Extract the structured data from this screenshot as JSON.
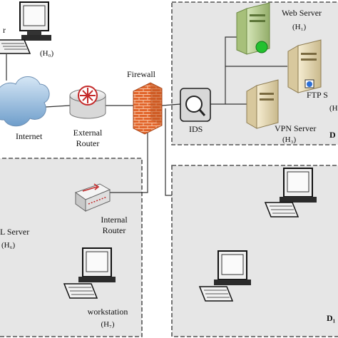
{
  "nodes": {
    "attacker": {
      "label_partial": "r",
      "host_id": "(H₀)"
    },
    "internet": {
      "label": "Internet"
    },
    "external_router": {
      "line1": "External",
      "line2": "Router"
    },
    "firewall": {
      "label": "Firewall"
    },
    "ids": {
      "label": "IDS"
    },
    "web_server": {
      "label": "Web Server",
      "host_id": "(H₁)"
    },
    "ftp_server": {
      "label_partial": "FTP S",
      "host_id_partial": "(H"
    },
    "vpn_server": {
      "label": "VPN Server",
      "host_id": "(H₃)"
    },
    "internal_router": {
      "line1": "Internal",
      "line2": "Router"
    },
    "mail_server": {
      "label_partial": "L Server",
      "host_id": "(H₆)"
    },
    "workstation": {
      "label": "workstation",
      "host_id": "(H₇)"
    }
  },
  "zones": {
    "dmz": {
      "label_partial": "D"
    },
    "d1": {
      "label": "D₁"
    }
  },
  "colors": {
    "zone_fill": "#e6e6e6",
    "zone_border": "#555555",
    "link": "#333333",
    "firewall": "#e0652e",
    "server_beige": "#eadcb4",
    "server_green": "#bcd29a",
    "status_green": "#23c12f",
    "cloud": "#8fb8dc",
    "router_red": "#c42a2a"
  }
}
